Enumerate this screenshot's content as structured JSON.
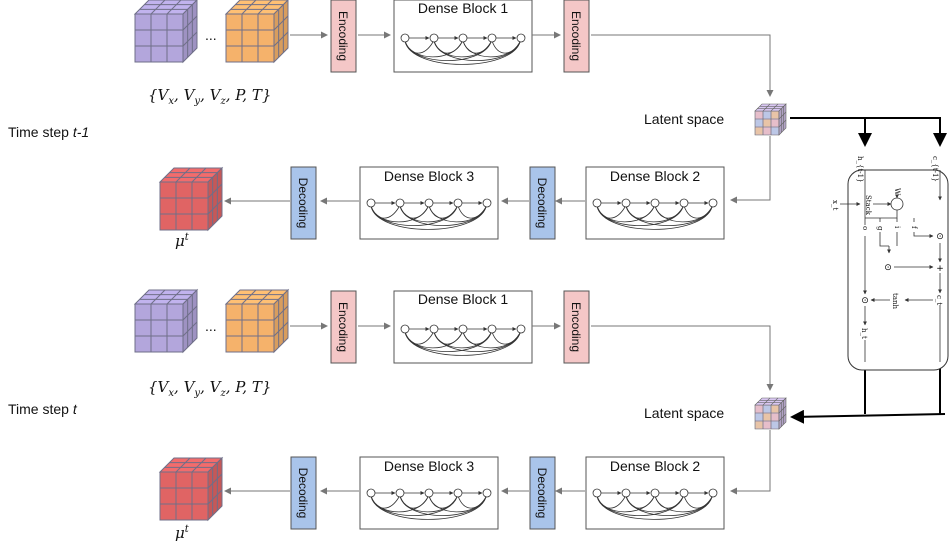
{
  "rows": [
    {
      "time_step": "Time step t-1",
      "time_step_prefix": "Time step ",
      "time_step_var": "t-1",
      "input_label": "{V_x, V_y, V_z, P, T}",
      "ellipsis": "...",
      "encoding_1": "Encoding",
      "dense_block_1": "Dense Block 1",
      "encoding_2": "Encoding",
      "latent_label": "Latent space",
      "dense_block_2": "Dense Block 2",
      "decoding_1": "Decoding",
      "dense_block_3": "Dense Block 3",
      "decoding_2": "Decoding",
      "output_label": "μ^t"
    },
    {
      "time_step": "Time step t",
      "time_step_prefix": "Time step ",
      "time_step_var": "t",
      "input_label": "{V_x, V_y, V_z, P, T}",
      "ellipsis": "...",
      "encoding_1": "Encoding",
      "dense_block_1": "Dense Block 1",
      "encoding_2": "Encoding",
      "latent_label": "Latent space",
      "dense_block_2": "Dense Block 2",
      "decoding_1": "Decoding",
      "dense_block_3": "Dense Block 3",
      "decoding_2": "Decoding",
      "output_label": "μ^t"
    }
  ],
  "lstm_cell": {
    "h_prev": "h_{t-1}",
    "c_prev": "c_{t-1}",
    "x_t": "x_t",
    "w": "W",
    "stack": "Stack",
    "o": "o",
    "g": "g",
    "i": "i",
    "f": "f",
    "tanh": "tanh",
    "c_t": "c_t",
    "h_t": "h_t",
    "odot": "⊙",
    "plus": "+"
  },
  "colors": {
    "purple": "#b3a6dc",
    "orange": "#f5b26b",
    "red": "#e06464",
    "encoding": "#f4c7c7",
    "decoding": "#a9c4ea"
  }
}
